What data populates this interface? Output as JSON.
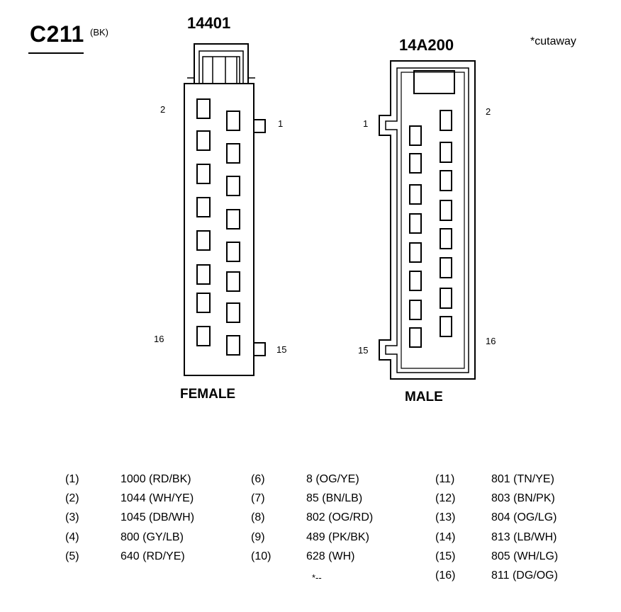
{
  "connector": {
    "id": "C211",
    "color": "(BK)"
  },
  "female": {
    "part_number": "14401",
    "label": "FEMALE",
    "pin_first_left": "2",
    "pin_first_right": "1",
    "pin_last_left": "16",
    "pin_last_right": "15"
  },
  "male": {
    "part_number": "14A200",
    "label": "MALE",
    "pin_first_left": "1",
    "pin_first_right": "2",
    "pin_last_left": "15",
    "pin_last_right": "16"
  },
  "note": "*cutaway",
  "pinout": {
    "col1": [
      {
        "pin": "(1)",
        "circuit": "1000 (RD/BK)"
      },
      {
        "pin": "(2)",
        "circuit": "1044 (WH/YE)"
      },
      {
        "pin": "(3)",
        "circuit": "1045 (DB/WH)"
      },
      {
        "pin": "(4)",
        "circuit": "800 (GY/LB)"
      },
      {
        "pin": "(5)",
        "circuit": "640 (RD/YE)"
      }
    ],
    "col2": [
      {
        "pin": "(6)",
        "circuit": "8 (OG/YE)"
      },
      {
        "pin": "(7)",
        "circuit": "85 (BN/LB)"
      },
      {
        "pin": "(8)",
        "circuit": "802 (OG/RD)"
      },
      {
        "pin": "(9)",
        "circuit": "489 (PK/BK)"
      },
      {
        "pin": "(10)",
        "circuit": "628 (WH)"
      }
    ],
    "col3": [
      {
        "pin": "(11)",
        "circuit": "801 (TN/YE)"
      },
      {
        "pin": "(12)",
        "circuit": "803 (BN/PK)"
      },
      {
        "pin": "(13)",
        "circuit": "804 (OG/LG)"
      },
      {
        "pin": "(14)",
        "circuit": "813 (LB/WH)"
      },
      {
        "pin": "(15)",
        "circuit": "805 (WH/LG)"
      },
      {
        "pin": "(16)",
        "circuit": "811 (DG/OG)"
      }
    ],
    "footnote": "*--"
  }
}
